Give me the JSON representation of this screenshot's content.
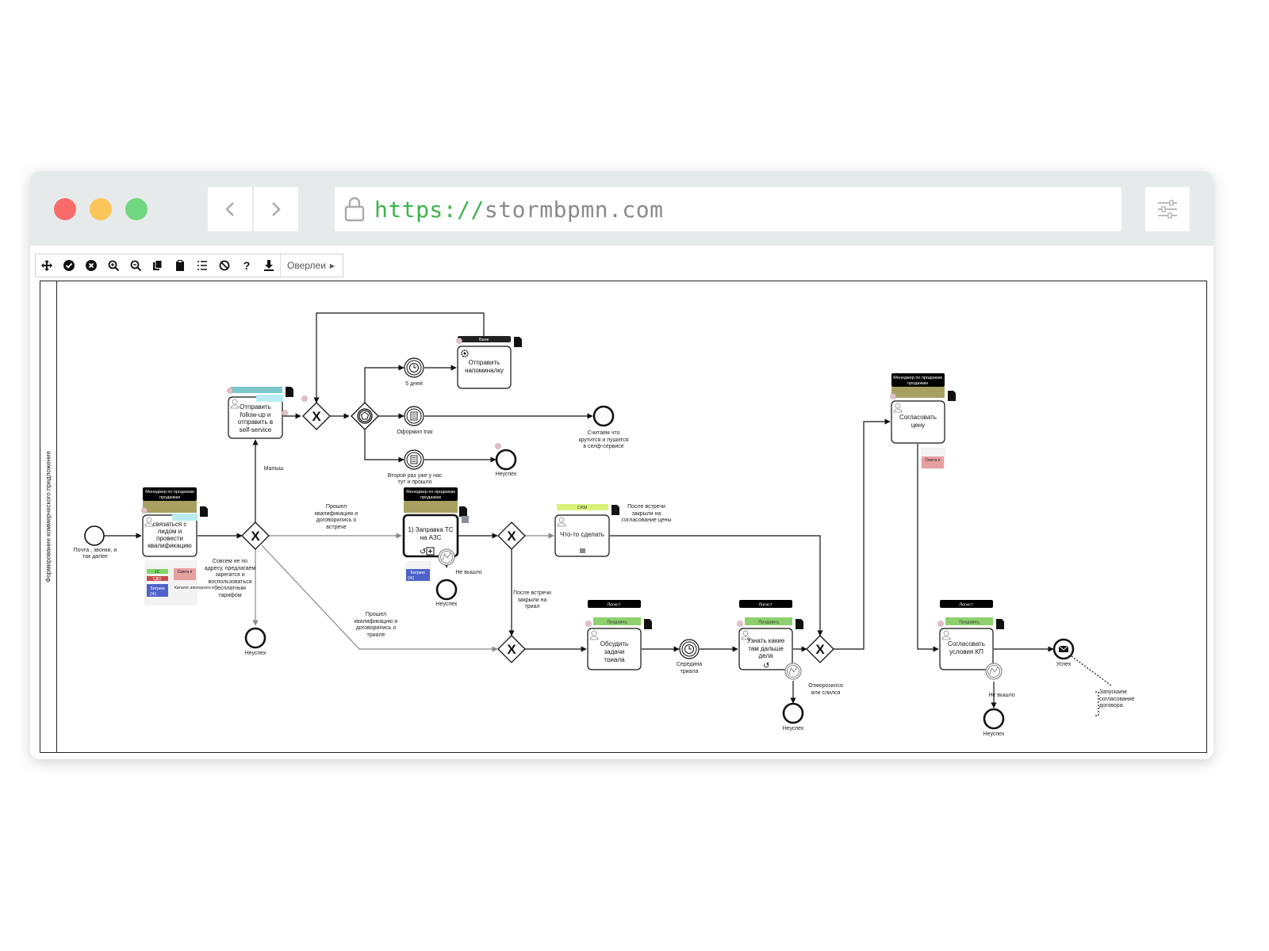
{
  "browser": {
    "url_scheme": "https://",
    "url_host": "stormbpmn.com",
    "colors": {
      "close": "#ff5f57",
      "minimize": "#ffbd44",
      "maximize": "#28c840"
    }
  },
  "toolbar": {
    "overlay_label": "Оверлеи",
    "icons": [
      "move-icon",
      "check-icon",
      "cancel-icon",
      "zoom-in-icon",
      "zoom-out-icon",
      "copy-icon",
      "paste-icon",
      "list-icon",
      "block-icon",
      "help-icon",
      "download-icon"
    ]
  },
  "diagram": {
    "lane_title": "Формирование коммерческого предложения",
    "start_label": "Почта , звонки, и так далее",
    "tasks": {
      "t1": "связаться с лидом и провести квалификацию",
      "t2": "Отправить follow-up и отправить в self-service",
      "t3": "Отправить напоминалку",
      "t4": "1) Заправка ТС на АЗС",
      "t5": "Что-то сделать",
      "t6": "Обсудить задачи триала",
      "t7": "Узнать какие там дальше дела",
      "t8": "Согласовать цену",
      "t9": "Согласовать условия КП"
    },
    "roles": {
      "manager": "Менеджер по продажам",
      "logist": "Логист",
      "seller": "Продавец",
      "crm": "CRM",
      "bank": "Банк",
      "erp": "Битрикс",
      "role_sub": "продажам"
    },
    "labels": {
      "five_days": "5 дней",
      "trial": "Оформил trial",
      "second": "Второй раз уже у нас тут и прошло",
      "selfservice": "Считаем что крутится и пушится в селф-сервисе",
      "fail": "Неуспех",
      "small": "Малыш",
      "qual_meeting": "Прошел квалификацию и договорились о встрече",
      "wrong_addr": "Совсем не по адресу, предлагаем зарегатся и воспользоваться бесплатным тарифом",
      "qual_trial": "Прошел квалификацию и договорились о триале",
      "not_worked": "Не вышло",
      "after_price": "После встречи закрыли на согласование цены",
      "after_trial": "После встречи закрыли на триал",
      "mid_trial": "Середина триала",
      "frozen": "Отморозился или слился",
      "success": "Успех",
      "contract": "Запускаем согласование договора",
      "budget": "Смета п",
      "catalog": "Каталог альтернати в",
      "tag_1c": "1С",
      "tag_sdo": "СДО",
      "erp_num": "241"
    }
  }
}
